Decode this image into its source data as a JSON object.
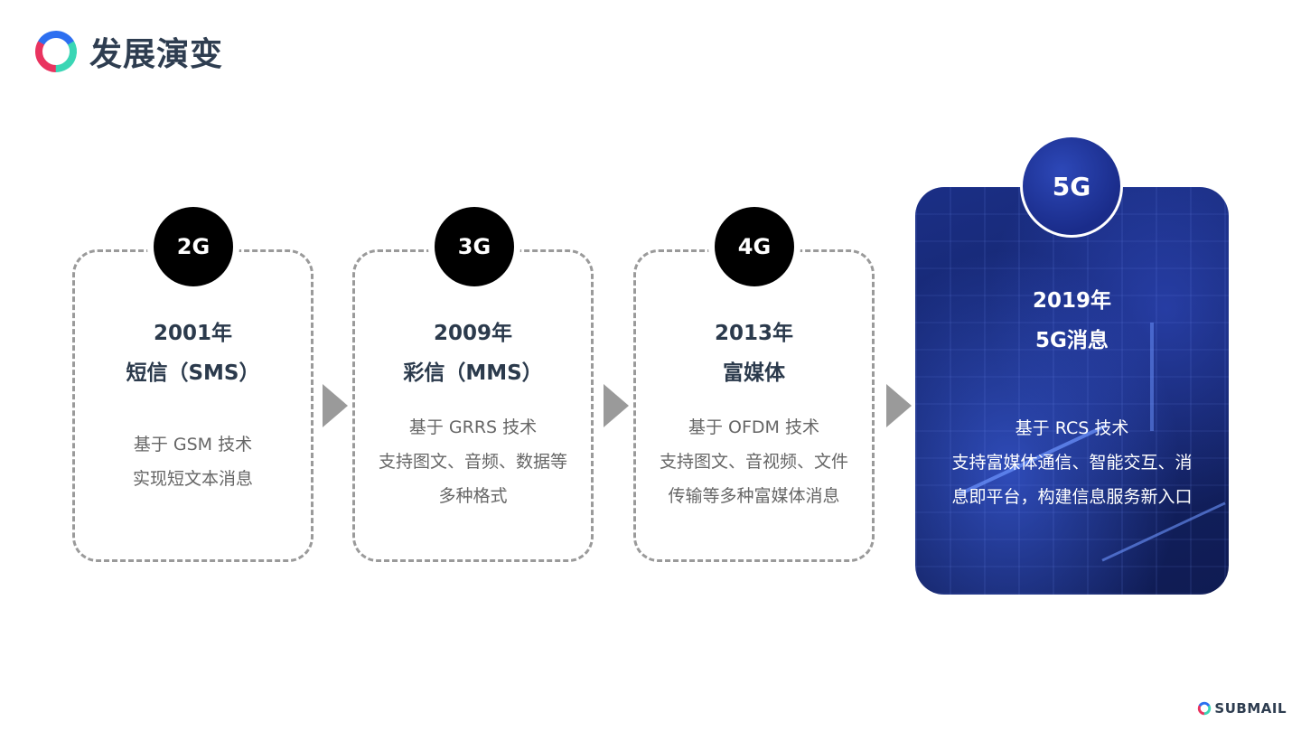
{
  "header": {
    "title": "发展演变",
    "logo_icon": "submail-swirl-logo-icon"
  },
  "stages": [
    {
      "badge": "2G",
      "year": "2001年",
      "name": "短信（SMS）",
      "desc": [
        "基于 GSM 技术",
        "实现短文本消息"
      ]
    },
    {
      "badge": "3G",
      "year": "2009年",
      "name": "彩信（MMS）",
      "desc": [
        "基于 GRRS 技术",
        "支持图文、音频、数据等",
        "多种格式"
      ]
    },
    {
      "badge": "4G",
      "year": "2013年",
      "name": "富媒体",
      "desc": [
        "基于 OFDM 技术",
        "支持图文、音视频、文件",
        "传输等多种富媒体消息"
      ]
    },
    {
      "badge": "5G",
      "year": "2019年",
      "name": "5G消息",
      "desc": [
        "基于 RCS 技术",
        "支持富媒体通信、智能交互、消",
        "息即平台，构建信息服务新入口"
      ]
    }
  ],
  "footer": {
    "brand": "SUBMAIL"
  },
  "colors": {
    "dark_text": "#2b3a4c",
    "gray_text": "#666666",
    "dashed_border": "#9a9a9a",
    "highlight_bg": "#142469",
    "badge_bg": "#000000"
  }
}
